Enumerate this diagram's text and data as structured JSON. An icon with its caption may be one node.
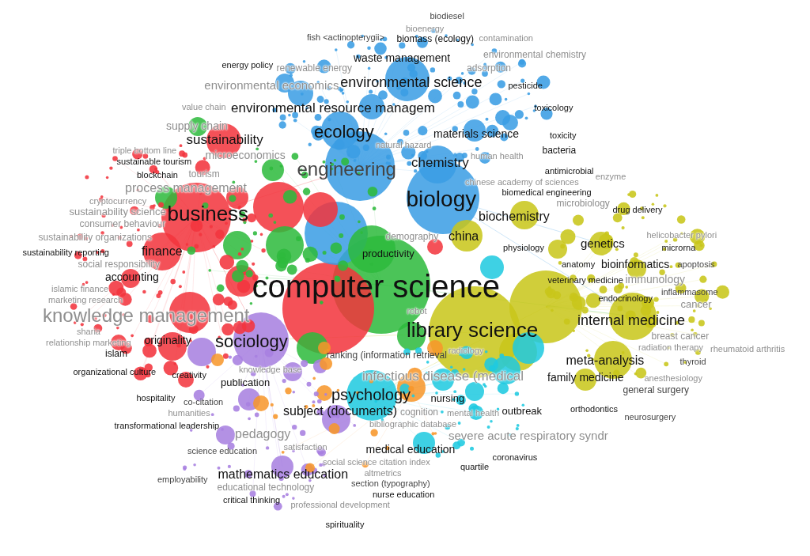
{
  "diagram": {
    "labels": [
      "biodiesel",
      "bioenergy",
      "fish <actinopterygii>",
      "biomass (ecology)",
      "contamination",
      "environmental chemistry",
      "waste management",
      "energy policy",
      "renewable energy",
      "adsorption",
      "environmental science",
      "environmental economics",
      "pesticide",
      "value chain",
      "environmental resource managem",
      "toxicology",
      "supply chain",
      "ecology",
      "materials science",
      "toxicity",
      "sustainability",
      "natural hazard",
      "triple bottom line",
      "bacteria",
      "microeconomics",
      "human health",
      "sustainable tourism",
      "chemistry",
      "engineering",
      "antimicrobial",
      "enzyme",
      "blockchain",
      "tourism",
      "chinese academy of sciences",
      "biomedical engineering",
      "process management",
      "cryptocurrency",
      "biology",
      "microbiology",
      "sustainability science",
      "drug delivery",
      "business",
      "biochemistry",
      "consumer behaviour",
      "helicobacter pylori",
      "demography",
      "china",
      "sustainability organizations",
      "genetics",
      "physiology",
      "microrna",
      "sustainability reporting",
      "finance",
      "productivity",
      "anatomy",
      "bioinformatics",
      "apoptosis",
      "social responsibility",
      "immunology",
      "veterinary medicine",
      "accounting",
      "computer science",
      "inflammasome",
      "islamic finance",
      "endocrinology",
      "cancer",
      "marketing research",
      "robot",
      "knowledge management",
      "internal medicine",
      "sharia",
      "library science",
      "relationship marketing",
      "breast cancer",
      "islam",
      "originality",
      "sociology",
      "rheumatoid arthritis",
      "radiology",
      "radiation therapy",
      "ranking (information retrieval",
      "meta-analysis",
      "thyroid",
      "knowledge base",
      "organizational culture",
      "creativity",
      "infectious disease (medical",
      "family medicine",
      "anesthesiology",
      "publication",
      "general surgery",
      "psychology",
      "hospitality",
      "nursing",
      "co-citation",
      "orthodontics",
      "outbreak",
      "humanities",
      "cognition",
      "mental health",
      "neurosurgery",
      "subject (documents)",
      "transformational leadership",
      "bibliographic database",
      "severe acute respiratory syndr",
      "pedagogy",
      "medical education",
      "satisfaction",
      "science education",
      "social science citation index",
      "coronavirus",
      "altmetrics",
      "mathematics education",
      "quartile",
      "section (typography)",
      "employability",
      "educational technology",
      "critical thinking",
      "professional development",
      "nurse education",
      "spirituality"
    ]
  }
}
